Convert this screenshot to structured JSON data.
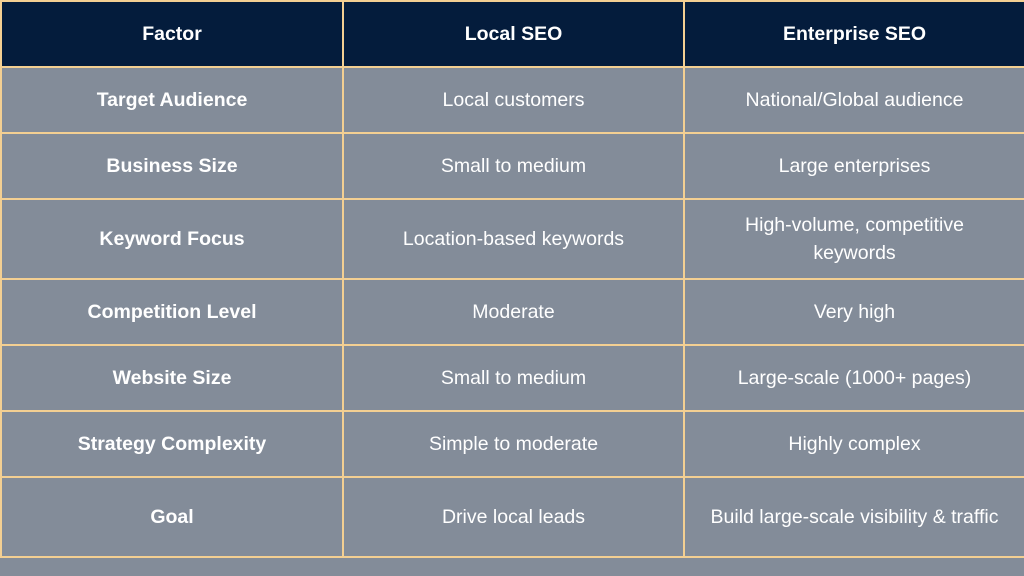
{
  "table": {
    "headers": [
      "Factor",
      "Local SEO",
      "Enterprise SEO"
    ],
    "rows": [
      {
        "factor": "Target Audience",
        "local": "Local customers",
        "enterprise": "National/Global audience"
      },
      {
        "factor": "Business Size",
        "local": "Small to medium",
        "enterprise": "Large enterprises"
      },
      {
        "factor": "Keyword Focus",
        "local": "Location-based keywords",
        "enterprise": "High-volume, competitive keywords"
      },
      {
        "factor": "Competition Level",
        "local": "Moderate",
        "enterprise": "Very high"
      },
      {
        "factor": "Website Size",
        "local": "Small to medium",
        "enterprise": "Large-scale (1000+ pages)"
      },
      {
        "factor": "Strategy Complexity",
        "local": "Simple to moderate",
        "enterprise": "Highly complex"
      },
      {
        "factor": "Goal",
        "local": "Drive local leads",
        "enterprise": "Build large-scale visibility & traffic"
      }
    ]
  },
  "colors": {
    "header_bg": "#041c3c",
    "cell_bg": "#838c99",
    "border": "#f3cf92",
    "text": "#ffffff"
  }
}
